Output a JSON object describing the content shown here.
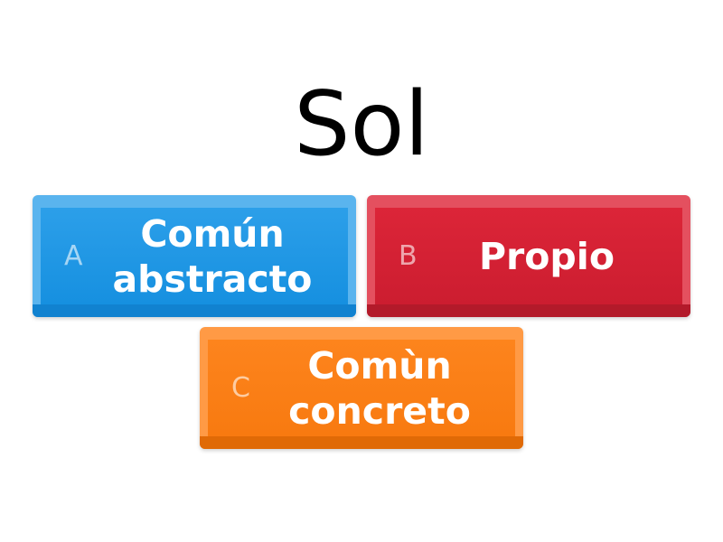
{
  "question": "Sol",
  "answers": [
    {
      "letter": "A",
      "label": "Común abstracto",
      "color": "#2c9fe9"
    },
    {
      "letter": "B",
      "label": "Propio",
      "color": "#dc2538"
    },
    {
      "letter": "C",
      "label": "Comùn concreto",
      "color": "#fd841d"
    }
  ]
}
